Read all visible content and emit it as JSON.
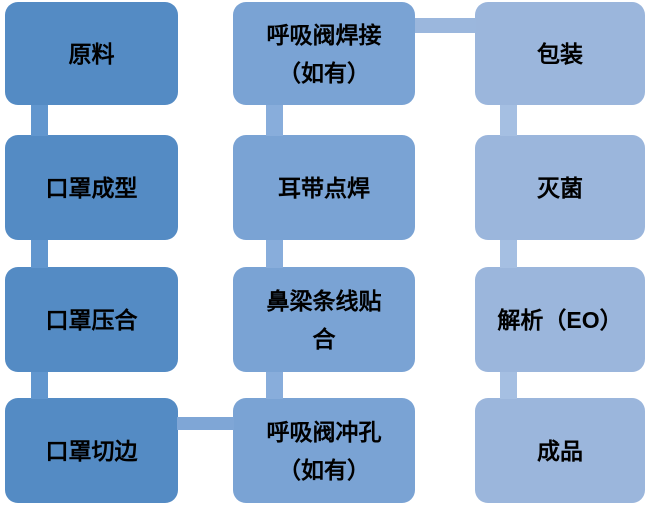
{
  "flow": {
    "background": "#FFFFFF",
    "text_color": "#000000",
    "columns": [
      {
        "name": "forming-stage",
        "box_color": "#548BC4",
        "connector_color": "#6196CE",
        "steps": [
          "原料",
          "口罩成型",
          "口罩压合",
          "口罩切边"
        ]
      },
      {
        "name": "assembly-stage",
        "box_color": "#7AA3D4",
        "connector_color": "#88ADDB",
        "steps": [
          "呼吸阀焊接\n（如有）",
          "耳带点焊",
          "鼻梁条线贴\n合",
          "呼吸阀冲孔\n（如有）"
        ]
      },
      {
        "name": "finishing-stage",
        "box_color": "#9BB6DC",
        "connector_color": "#A5BFE2",
        "steps": [
          "包装",
          "灭菌",
          "解析（EO）",
          "成品"
        ]
      }
    ],
    "cross_connectors": [
      {
        "name": "valve-welding-to-packaging",
        "color": "#9BB7DD"
      },
      {
        "name": "edge-cutting-to-valve-punching",
        "color": "#7FA6D6"
      }
    ]
  }
}
